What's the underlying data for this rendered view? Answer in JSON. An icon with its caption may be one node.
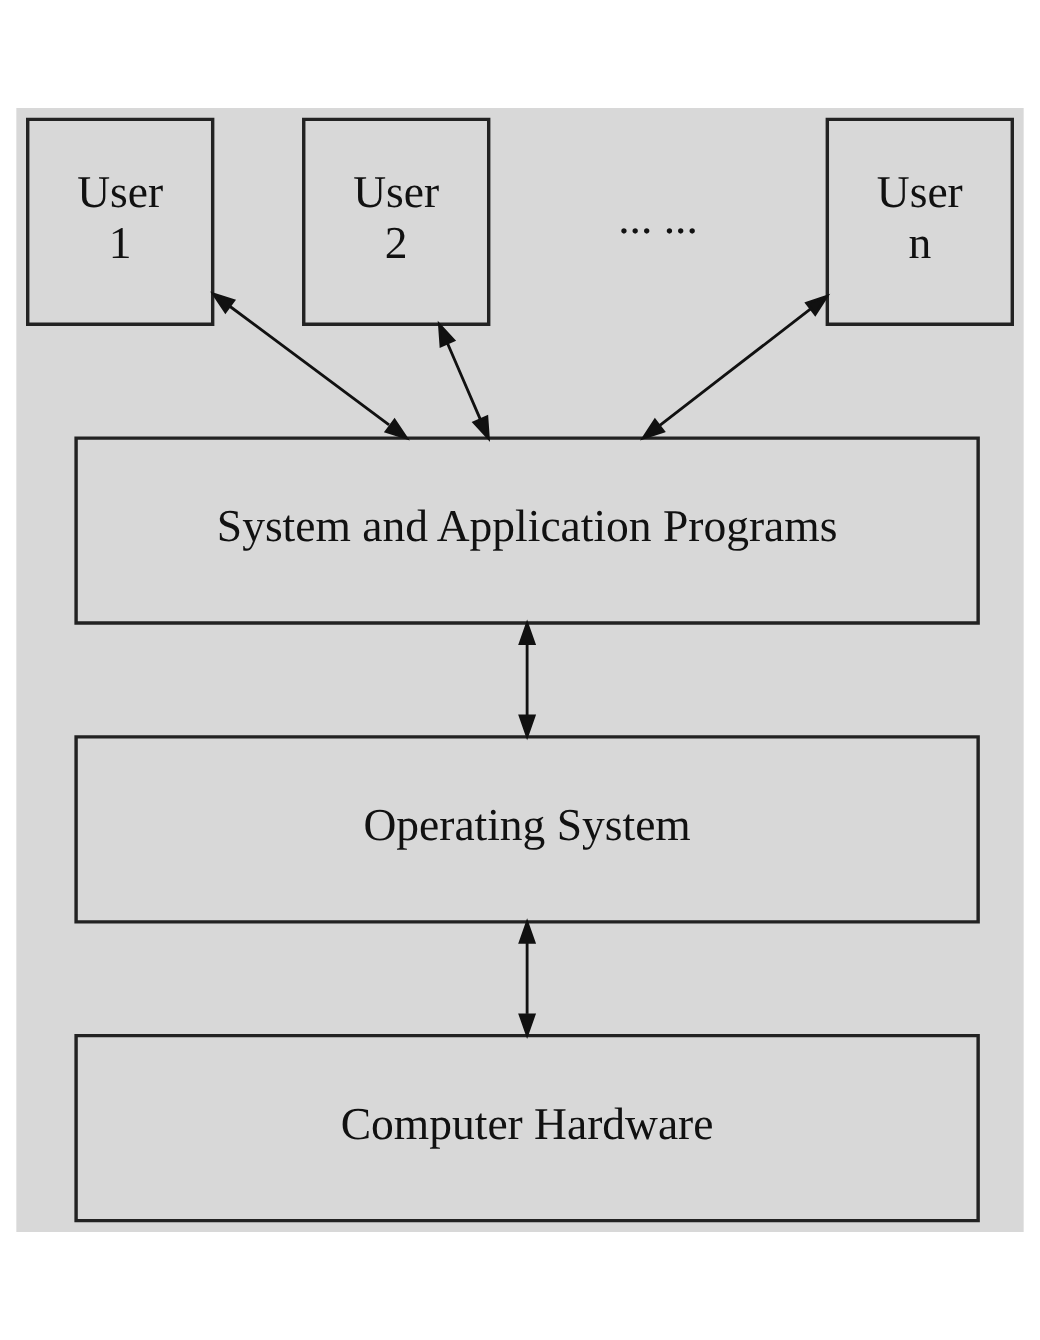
{
  "diagram": {
    "nodes": [
      {
        "text": [
          "User 1"
        ]
      },
      {
        "text": [
          "User 2"
        ]
      },
      {
        "text": [
          "User n"
        ]
      },
      {
        "text": [
          "System and Application Programs"
        ]
      },
      {
        "text": [
          "Operating System"
        ]
      },
      {
        "text": [
          "Computer Hardware"
        ]
      }
    ],
    "edges": [
      {
        "from": 0,
        "to": 3,
        "arrow": "both"
      },
      {
        "from": 1,
        "to": 3,
        "arrow": "both"
      },
      {
        "from": 2,
        "to": 3,
        "arrow": "both"
      },
      {
        "from": 3,
        "to": 4,
        "arrow": "both"
      },
      {
        "from": 4,
        "to": 5,
        "arrow": "both"
      }
    ],
    "labels": [
      "... ..."
    ]
  }
}
